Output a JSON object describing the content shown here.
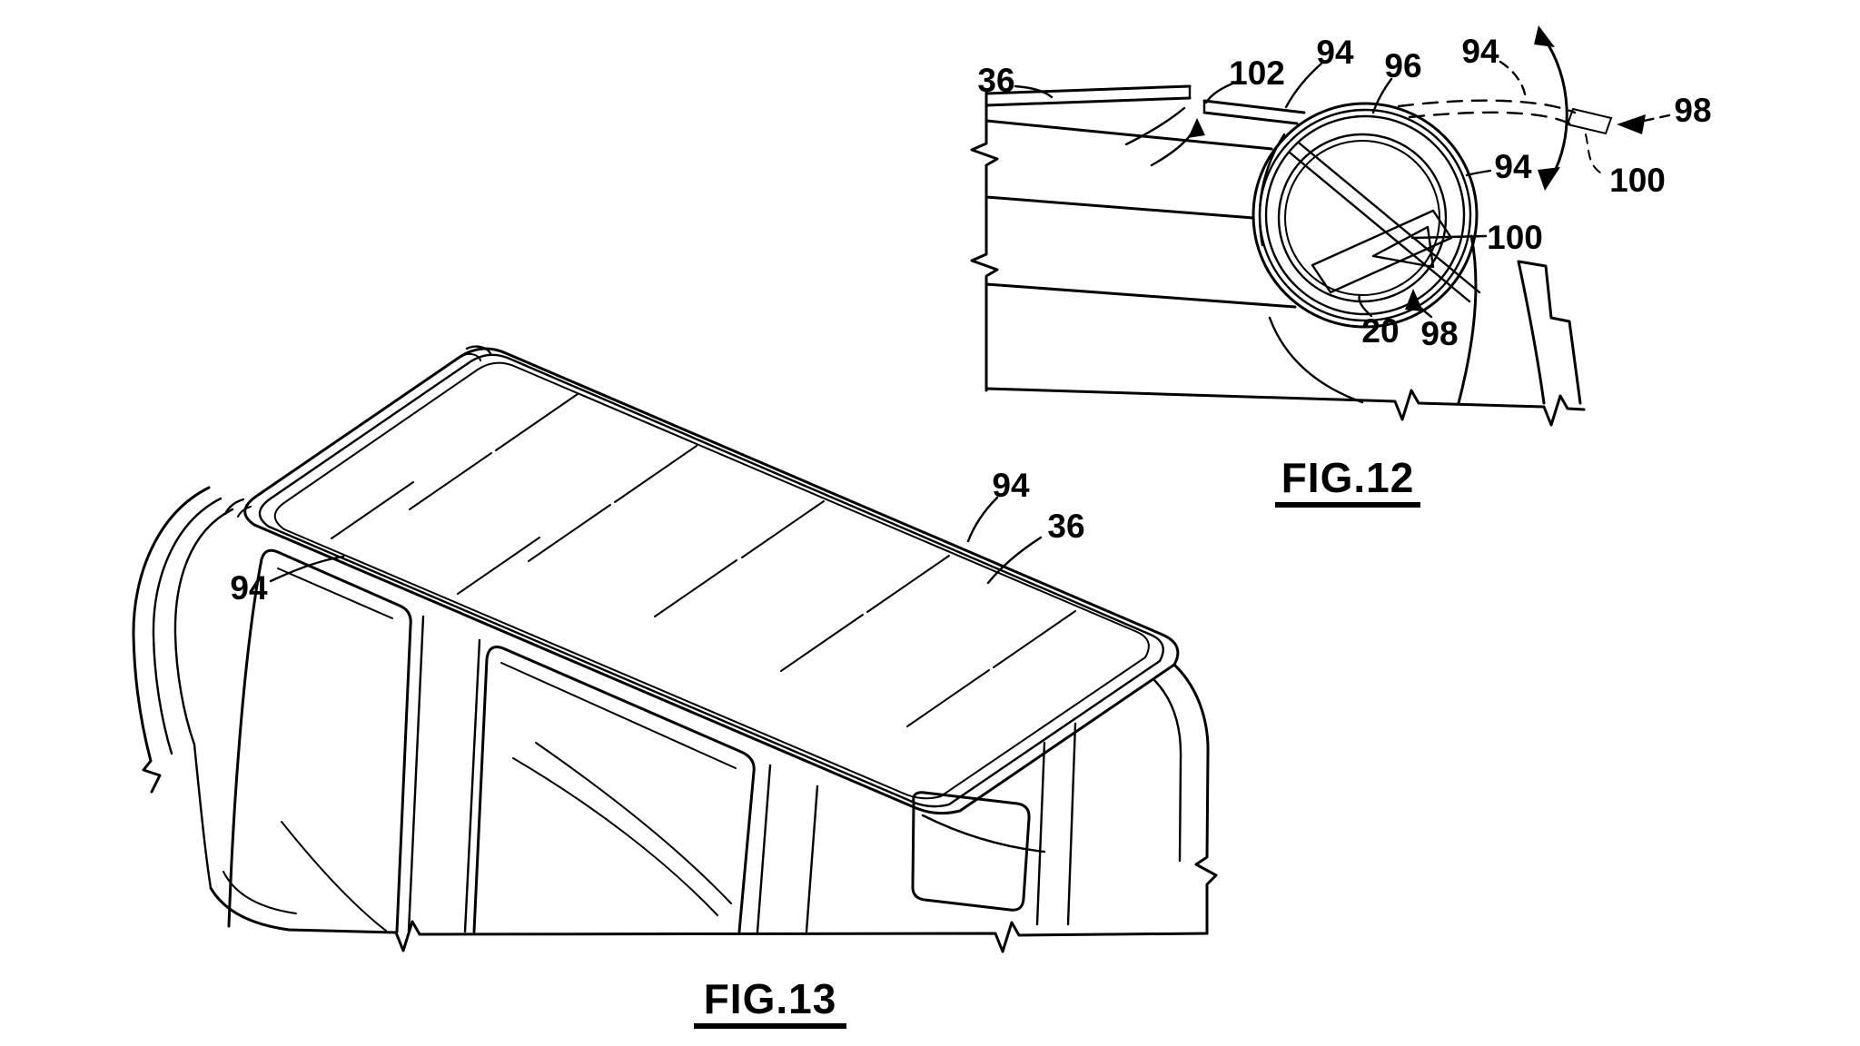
{
  "sheet": {
    "background": "#ffffff",
    "ink": "#000000"
  },
  "fig12": {
    "caption": "FIG.12",
    "labels": [
      {
        "ref": "36"
      },
      {
        "ref": "102"
      },
      {
        "ref": "94"
      },
      {
        "ref": "96"
      },
      {
        "ref": "94"
      },
      {
        "ref": "98"
      },
      {
        "ref": "100"
      },
      {
        "ref": "94"
      },
      {
        "ref": "100"
      },
      {
        "ref": "20"
      },
      {
        "ref": "98"
      }
    ]
  },
  "fig13": {
    "caption": "FIG.13",
    "labels": [
      {
        "ref": "94"
      },
      {
        "ref": "36"
      },
      {
        "ref": "94"
      }
    ]
  }
}
